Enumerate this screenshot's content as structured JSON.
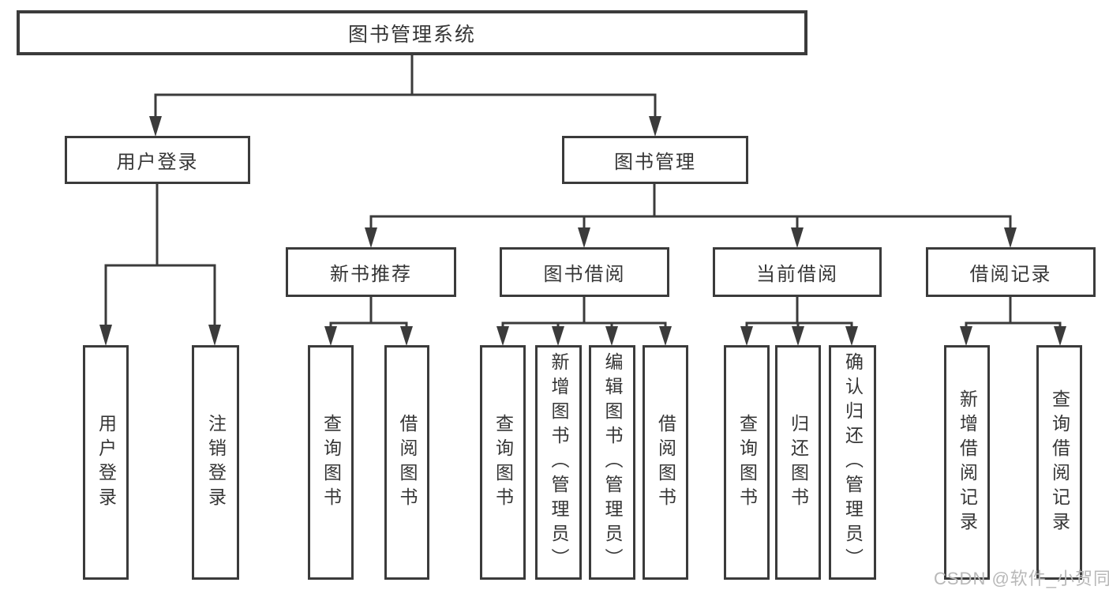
{
  "tree": {
    "root": {
      "label": "图书管理系统"
    },
    "level2": [
      {
        "label": "用户登录",
        "children": [
          {
            "label": "用户登录"
          },
          {
            "label": "注销登录"
          }
        ]
      },
      {
        "label": "图书管理",
        "children": [
          {
            "label": "新书推荐",
            "children": [
              {
                "label": "查询图书"
              },
              {
                "label": "借阅图书"
              }
            ]
          },
          {
            "label": "图书借阅",
            "children": [
              {
                "label": "查询图书"
              },
              {
                "label": "新增图书（管理员）"
              },
              {
                "label": "编辑图书（管理员）"
              },
              {
                "label": "借阅图书"
              }
            ]
          },
          {
            "label": "当前借阅",
            "children": [
              {
                "label": "查询图书"
              },
              {
                "label": "归还图书"
              },
              {
                "label": "确认归还（管理员）"
              }
            ]
          },
          {
            "label": "借阅记录",
            "children": [
              {
                "label": "新增借阅记录"
              },
              {
                "label": "查询借阅记录"
              }
            ]
          }
        ]
      }
    ]
  },
  "watermark": {
    "text": "CSDN @软件_小贺同学"
  },
  "colors": {
    "line": "#3b3b3b",
    "text": "#363636",
    "box_fill": "#ffffff",
    "background": "#ffffff",
    "watermark": "#b8b8b8"
  }
}
